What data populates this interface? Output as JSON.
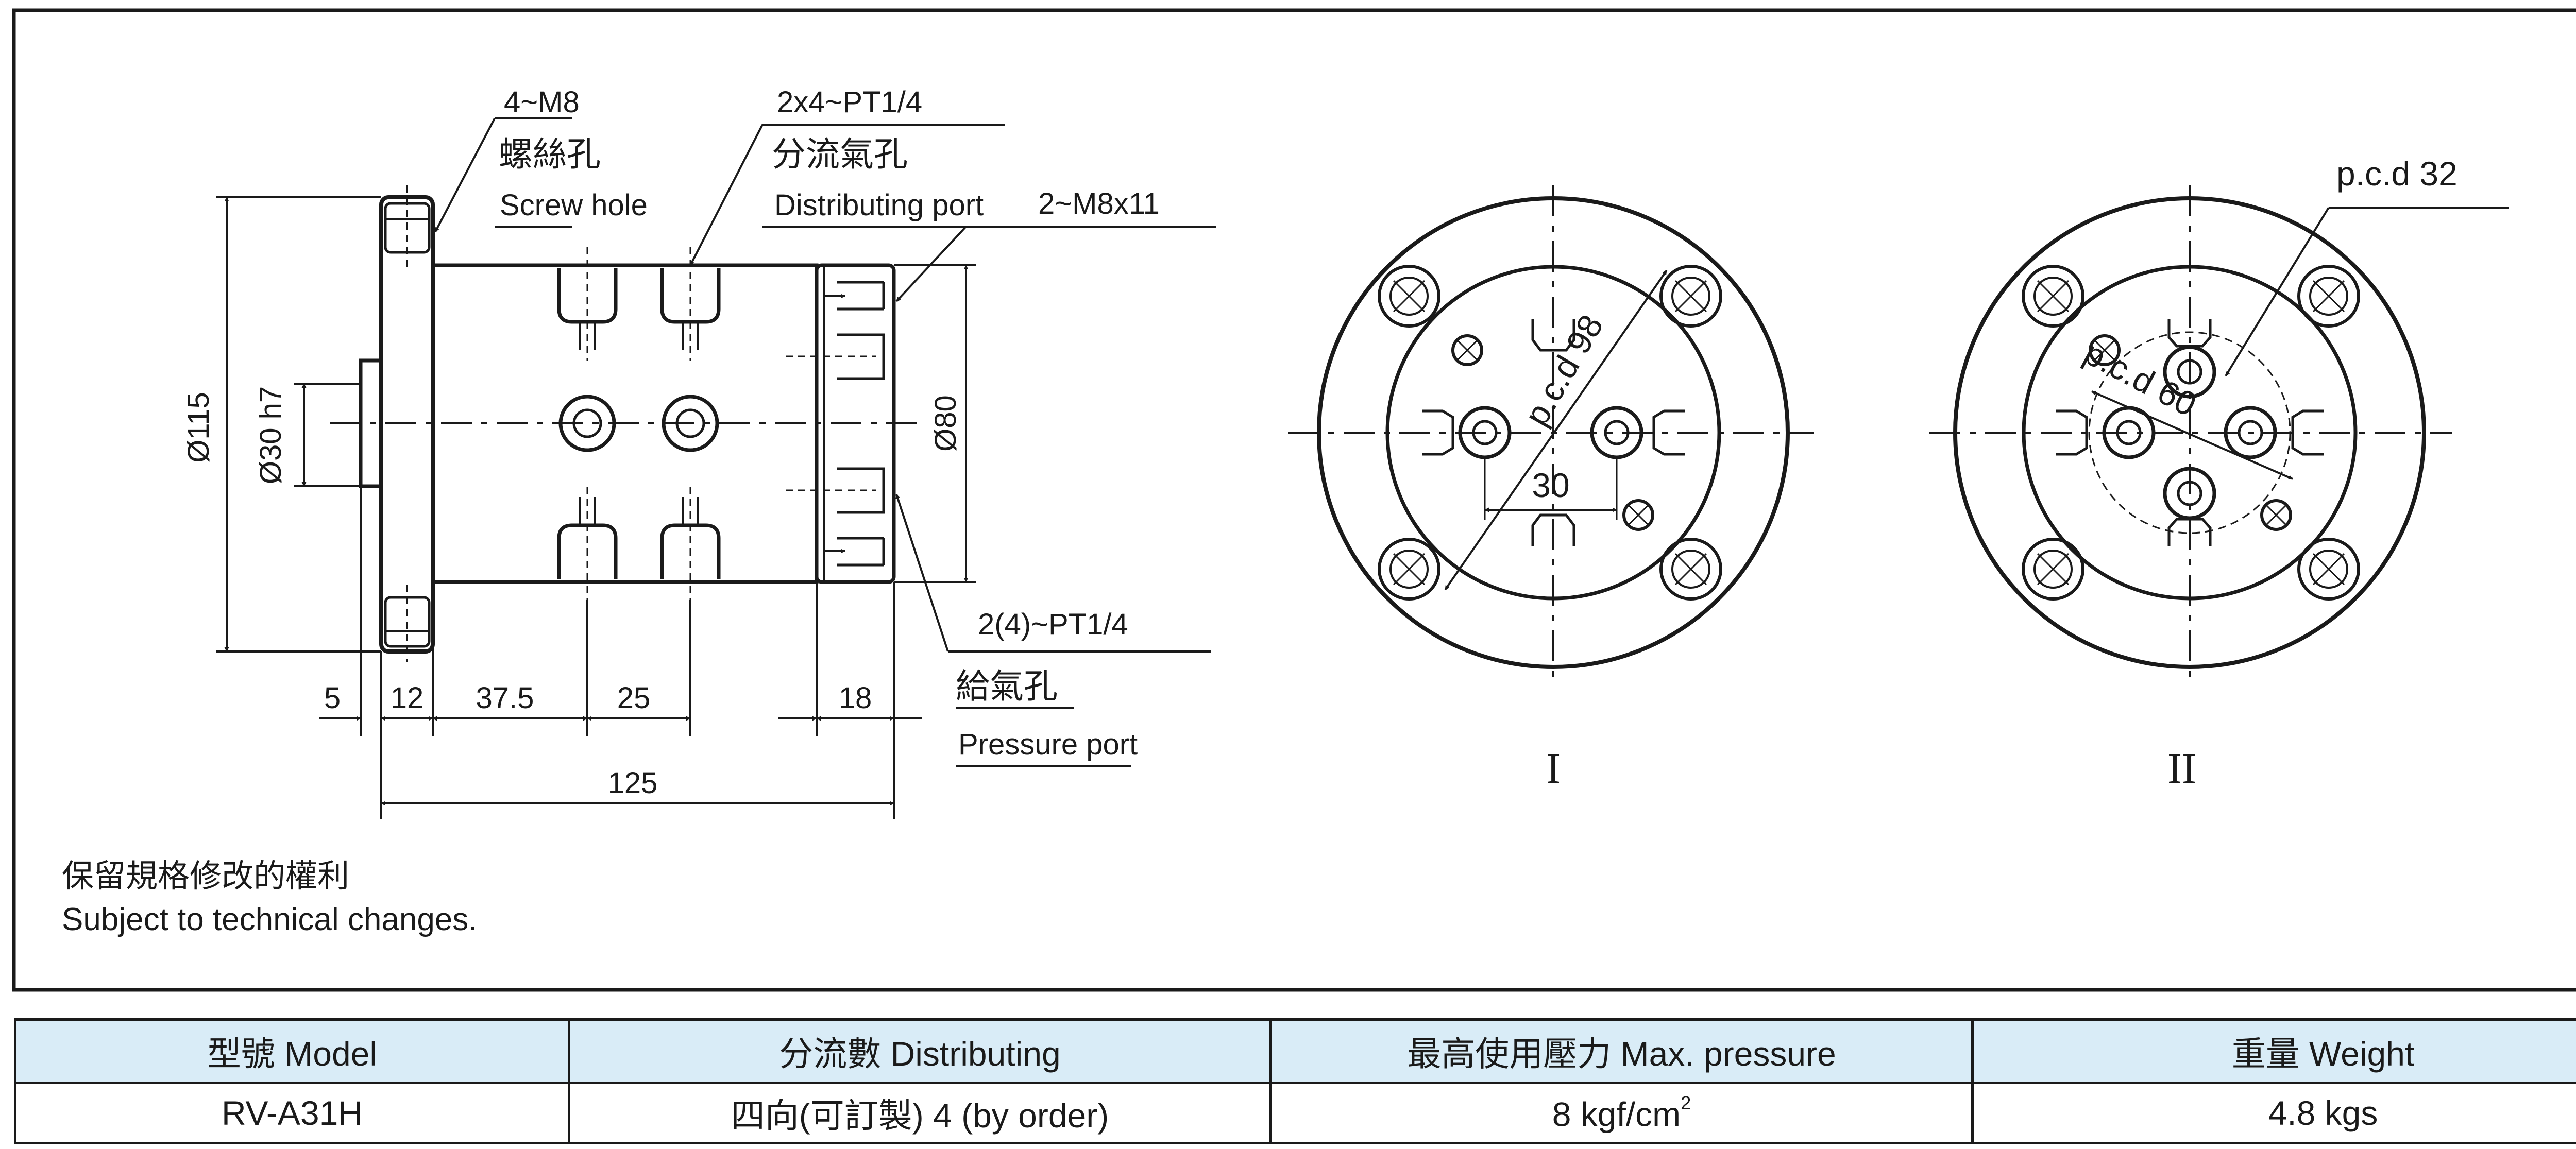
{
  "drawing": {
    "callouts": {
      "screw_hole_size": "4~M8",
      "screw_hole_zh": "螺絲孔",
      "screw_hole_en": "Screw hole",
      "dist_port_size": "2x4~PT1/4",
      "dist_port_zh": "分流氣孔",
      "dist_port_en": "Distributing port",
      "tap_size": "2~M8x11",
      "pressure_port_size": "2(4)~PT1/4",
      "pressure_port_zh": "給氣孔",
      "pressure_port_en": "Pressure port"
    },
    "dimensions": {
      "d115": "Ø115",
      "d30h7": "Ø30 h7",
      "d80": "Ø80",
      "l5": "5",
      "l12": "12",
      "l37_5": "37.5",
      "l25": "25",
      "l18": "18",
      "l125": "125"
    },
    "view_one": {
      "label": "I",
      "pcd": "p.c.d 98",
      "spacing": "30"
    },
    "view_two": {
      "label": "II",
      "pcd_outer": "p.c.d 32",
      "pcd_inner": "p.c.d 60"
    },
    "notes": {
      "zh": "保留規格修改的權利",
      "en": "Subject to technical changes."
    }
  },
  "specs": {
    "headers": {
      "model": "型號 Model",
      "distributing": "分流數 Distributing",
      "pressure": "最高使用壓力 Max. pressure",
      "weight": "重量 Weight"
    },
    "row": {
      "model": "RV-A31H",
      "distributing": "四向(可訂製) 4 (by order)",
      "pressure": "8 kgf/cm",
      "pressure_sup": "2",
      "weight": "4.8 kgs"
    }
  },
  "colors": {
    "line": "#1a1a1a",
    "header_bg": "#d9ecf7"
  }
}
